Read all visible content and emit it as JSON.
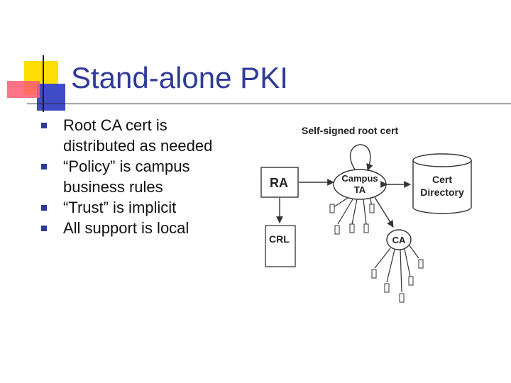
{
  "slide": {
    "title": "Stand-alone PKI",
    "bullets": [
      "Root CA cert is distributed as needed",
      "“Policy” is campus business rules",
      "“Trust” is implicit",
      "All support is local"
    ]
  },
  "diagram": {
    "caption": "Self-signed root cert",
    "ra_label": "RA",
    "ta_label_line1": "Campus",
    "ta_label_line2": "TA",
    "directory_label_line1": "Cert",
    "directory_label_line2": "Directory",
    "crl_label": "CRL",
    "ca_label": "CA"
  },
  "colors": {
    "title": "#2f3a9a",
    "bullet_square": "#2a3a9a",
    "accent_yellow": "#ffdd00",
    "accent_blue": "#3f4cc6",
    "accent_red": "#ff5a72"
  }
}
